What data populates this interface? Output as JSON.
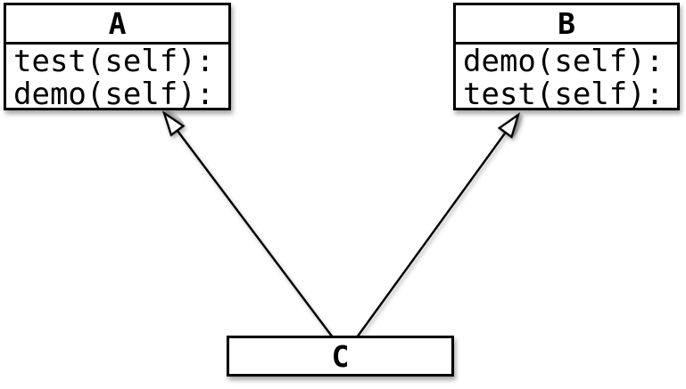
{
  "diagram": {
    "type": "uml-class-diagram",
    "classes": [
      {
        "id": "A",
        "title": "A",
        "methods": [
          "test(self):",
          "demo(self):"
        ]
      },
      {
        "id": "B",
        "title": "B",
        "methods": [
          "demo(self):",
          "test(self):"
        ]
      },
      {
        "id": "C",
        "title": "C",
        "methods": []
      }
    ],
    "relations": [
      {
        "from": "C",
        "to": "A",
        "type": "inheritance"
      },
      {
        "from": "C",
        "to": "B",
        "type": "inheritance"
      }
    ],
    "colors": {
      "stroke": "#000000",
      "fill": "#ffffff",
      "background": "#ffffff"
    }
  }
}
